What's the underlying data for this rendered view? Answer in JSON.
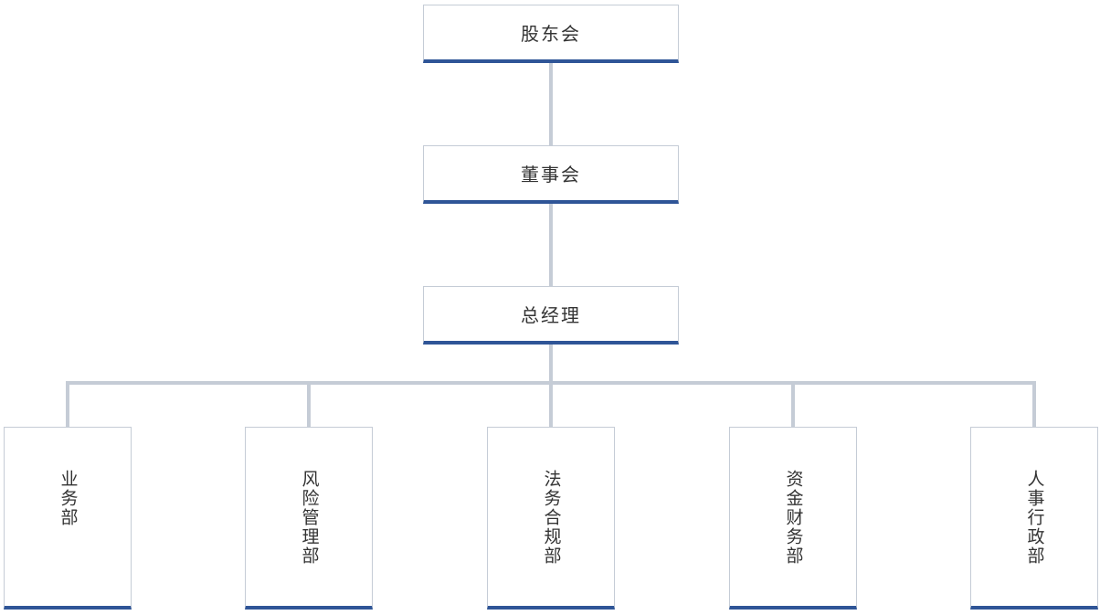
{
  "org": {
    "shareholders": "股东会",
    "board": "董事会",
    "ceo": "总经理",
    "departments": [
      "业务部",
      "风险管理部",
      "法务合规部",
      "资金财务部",
      "人事行政部"
    ]
  },
  "colors": {
    "accent": "#2f5597",
    "connector": "#c5ccd6",
    "text": "#333333"
  }
}
